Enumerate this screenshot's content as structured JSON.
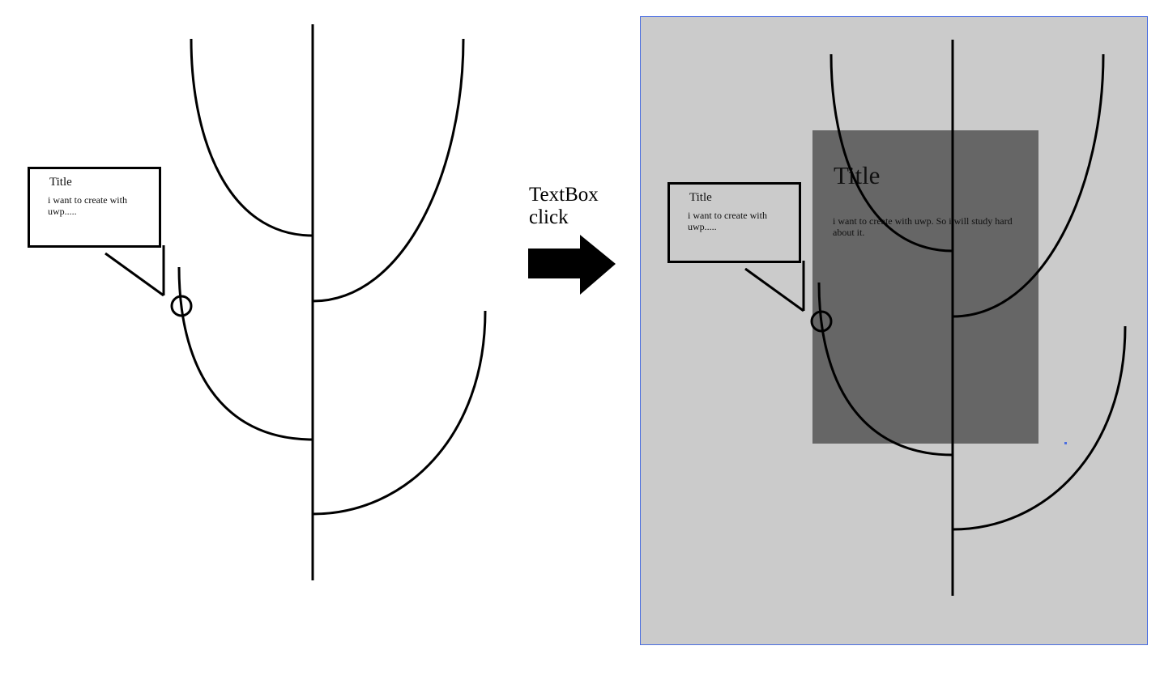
{
  "before": {
    "callout": {
      "title": "Title",
      "body": "i want to create with uwp....."
    }
  },
  "transition": {
    "label_line1": "TextBox",
    "label_line2": "click"
  },
  "after": {
    "callout": {
      "title": "Title",
      "body": "i want to create with uwp....."
    },
    "popup": {
      "title": "Title",
      "text": "i want to create with uwp. So i will study hard about it."
    }
  },
  "colors": {
    "preview_background": "#cbcbcb",
    "preview_border": "#4a6de0",
    "popup_background": "#666666"
  }
}
